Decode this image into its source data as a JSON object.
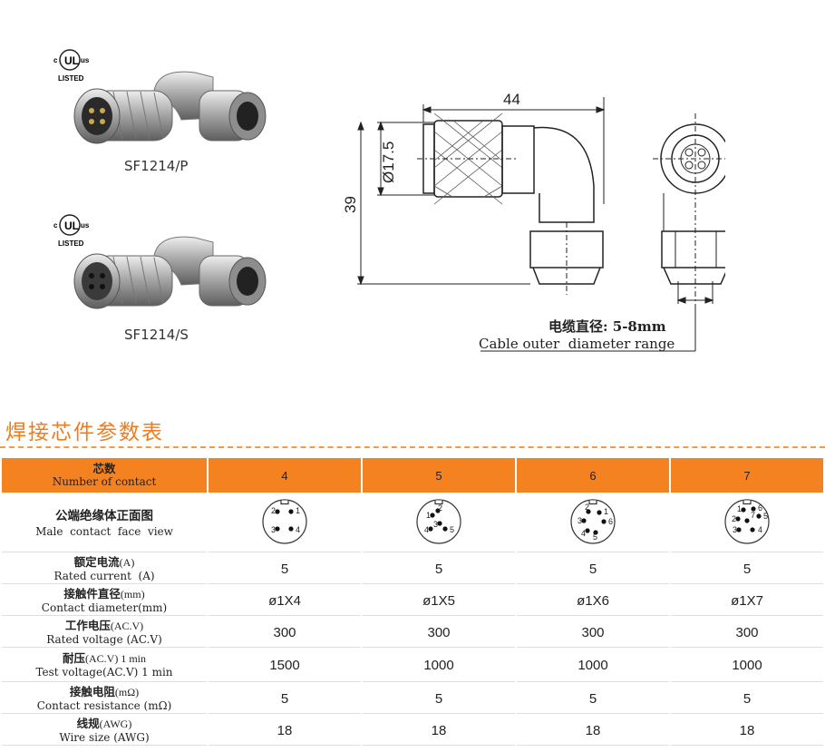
{
  "products": [
    {
      "label": "SF1214/P",
      "cert": {
        "c": "c",
        "ul": "UL",
        "us": "us",
        "listed": "LISTED"
      }
    },
    {
      "label": "SF1214/S",
      "cert": {
        "c": "c",
        "ul": "UL",
        "us": "us",
        "listed": "LISTED"
      }
    }
  ],
  "drawing": {
    "dim_length": "44",
    "dim_diameter": "Ø17.5",
    "dim_height": "39",
    "cable_zh": "电缆直径: 5-8mm",
    "cable_en": "Cable outer  diameter range"
  },
  "section_title": "焊接芯件参数表",
  "table": {
    "header": {
      "zh": "芯数",
      "en": "Number of contact",
      "values": [
        "4",
        "5",
        "6",
        "7"
      ]
    },
    "face_view": {
      "zh": "公端绝缘体正面图",
      "en": "Male  contact  face  view"
    },
    "pin_layouts": [
      {
        "count": 4,
        "labels": [
          "1",
          "2",
          "3",
          "4"
        ]
      },
      {
        "count": 5,
        "labels": [
          "1",
          "2",
          "3",
          "4",
          "5"
        ]
      },
      {
        "count": 6,
        "labels": [
          "1",
          "2",
          "3",
          "4",
          "5",
          "6"
        ]
      },
      {
        "count": 7,
        "labels": [
          "1",
          "2",
          "3",
          "4",
          "5",
          "6",
          "7"
        ]
      }
    ],
    "rows": [
      {
        "zh": "额定电流",
        "zh_unit": "(A)",
        "en": "Rated current  (A)",
        "values": [
          "5",
          "5",
          "5",
          "5"
        ]
      },
      {
        "zh": "接触件直径",
        "zh_unit": "(mm)",
        "en": "Contact diameter(mm)",
        "values": [
          "ø1X4",
          "ø1X5",
          "ø1X6",
          "ø1X7"
        ]
      },
      {
        "zh": "工作电压",
        "zh_unit": "(AC.V)",
        "en": "Rated voltage (AC.V)",
        "values": [
          "300",
          "300",
          "300",
          "300"
        ]
      },
      {
        "zh": "耐压",
        "zh_unit": "(AC.V) 1 min",
        "en": "Test voltage(AC.V) 1 min",
        "values": [
          "1500",
          "1000",
          "1000",
          "1000"
        ]
      },
      {
        "zh": "接触电阻",
        "zh_unit": "(mΩ)",
        "en": "Contact resistance (mΩ)",
        "values": [
          "5",
          "5",
          "5",
          "5"
        ]
      },
      {
        "zh": "线规",
        "zh_unit": "(AWG)",
        "en": "Wire size (AWG)",
        "values": [
          "18",
          "18",
          "18",
          "18"
        ]
      }
    ]
  }
}
